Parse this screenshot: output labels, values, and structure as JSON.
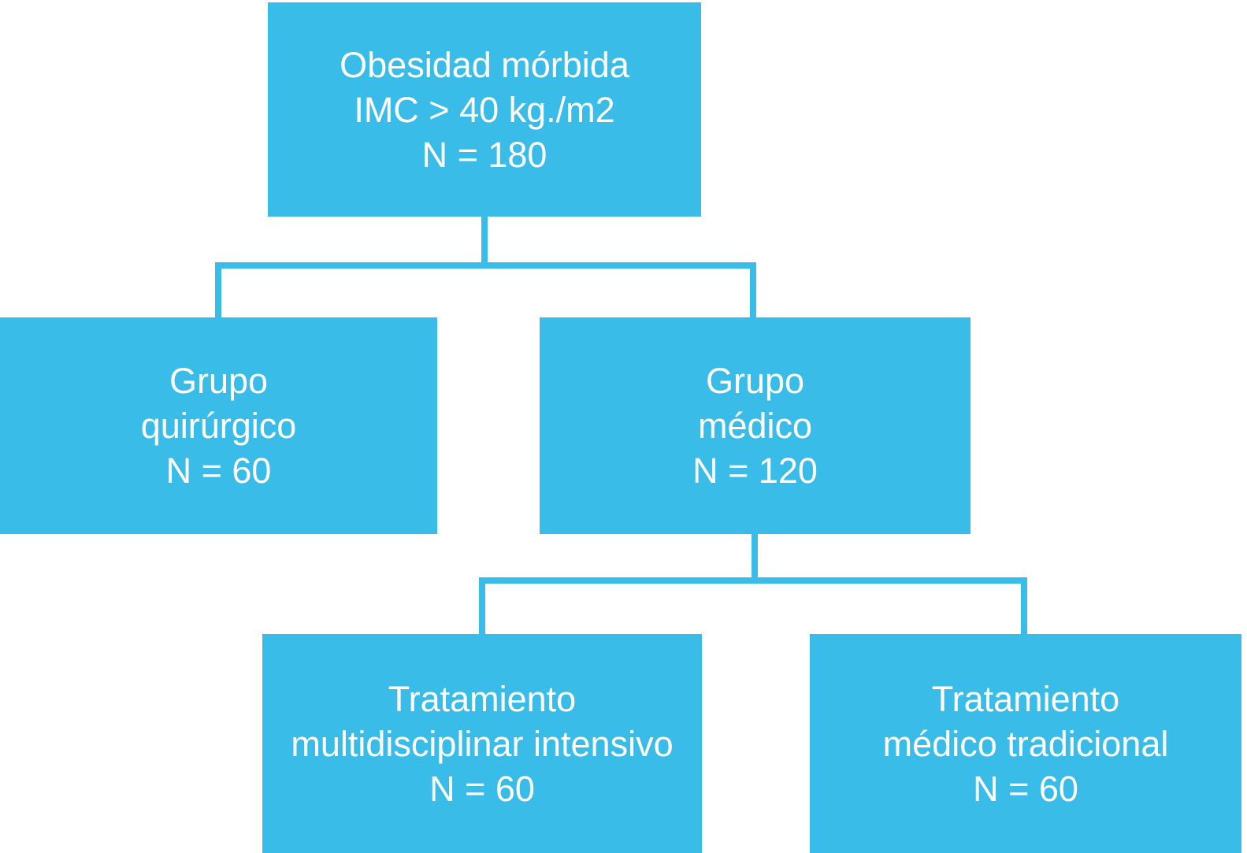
{
  "colors": {
    "box_fill": "#3ABCE8",
    "text": "#FFFFFF",
    "background": "#FFFFFF"
  },
  "diagram": {
    "nodes": {
      "root": {
        "lines": [
          "Obesidad mórbida",
          "IMC > 40 kg./m2",
          "N = 180"
        ]
      },
      "surgical": {
        "lines": [
          "Grupo",
          "quirúrgico",
          "N = 60"
        ]
      },
      "medical": {
        "lines": [
          "Grupo",
          "médico",
          "N = 120"
        ]
      },
      "intensive": {
        "lines": [
          "Tratamiento",
          "multidisciplinar intensivo",
          "N = 60"
        ]
      },
      "traditional": {
        "lines": [
          "Tratamiento",
          "médico tradicional",
          "N = 60"
        ]
      }
    }
  }
}
